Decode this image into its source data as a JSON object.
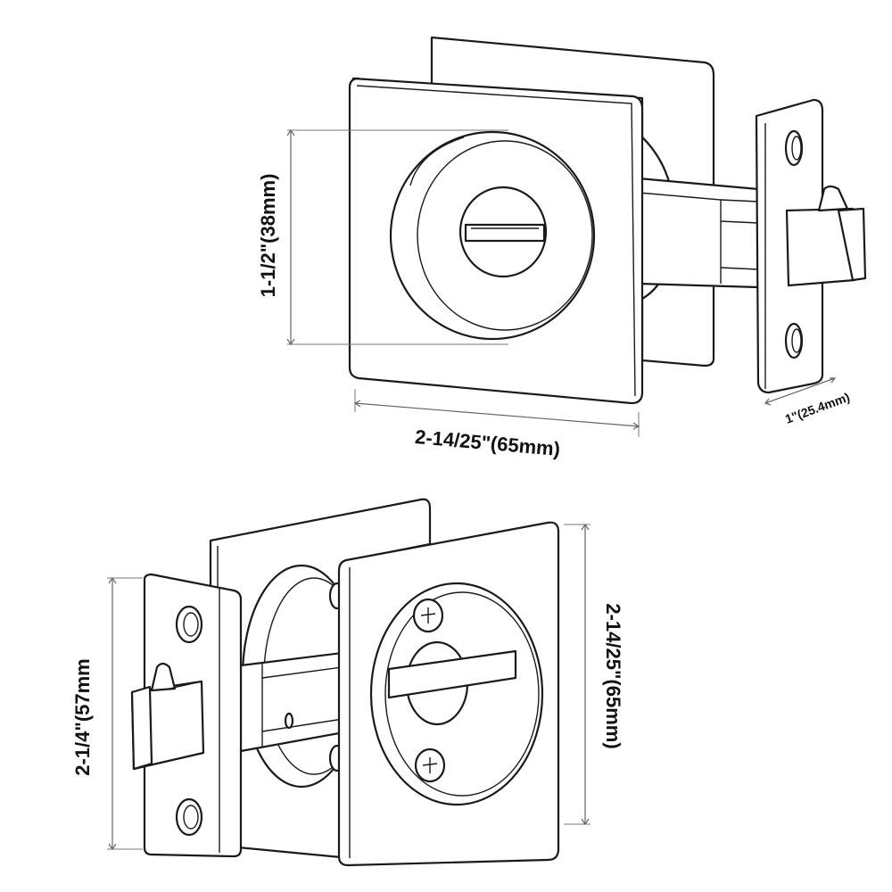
{
  "diagram": {
    "top_view": {
      "height_dimension": "1-1/2\"(38mm)",
      "width_dimension": "2-14/25\"(65mm)",
      "faceplate_dimension": "1\"(25.4mm)"
    },
    "bottom_view": {
      "faceplate_height_dimension": "2-1/4\"(57mm",
      "plate_height_dimension": "2-14/25\"(65mm)"
    },
    "colors": {
      "stroke": "#1a1a1a",
      "dimension_line": "#666666",
      "background": "#ffffff"
    }
  }
}
